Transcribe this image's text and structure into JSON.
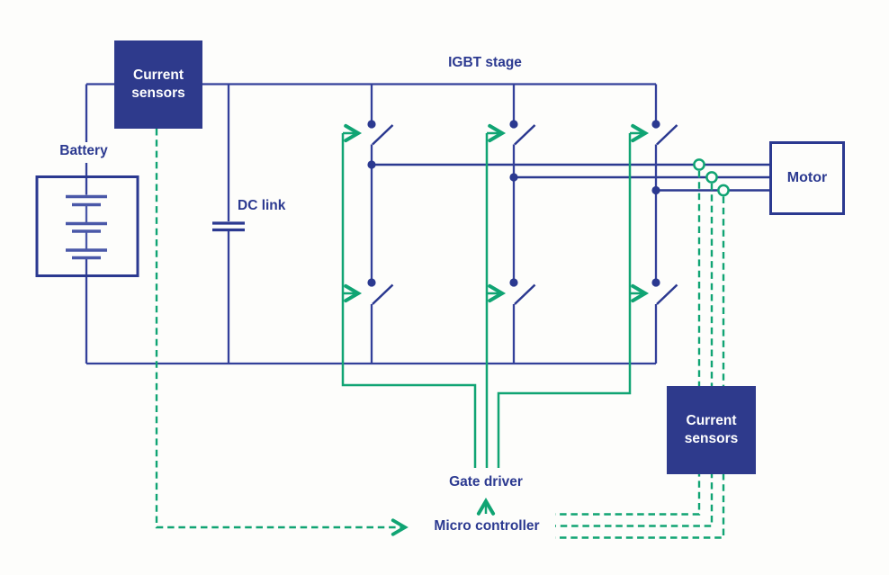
{
  "labels": {
    "battery": "Battery",
    "current_sensors_top": "Current sensors",
    "dc_link": "DC link",
    "igbt_stage": "IGBT stage",
    "motor": "Motor",
    "current_sensors_bottom": "Current sensors",
    "gate_driver": "Gate driver",
    "micro_controller": "Micro controller"
  },
  "colors": {
    "background": "#fdfdfb",
    "wire_navy": "#33409a",
    "navy_dark": "#2b3990",
    "sensor_box_fill": "#2e3a8c",
    "sensor_box_text": "#ffffff",
    "battery_plate_blue": "#4a58a8",
    "signal_green": "#10a473"
  }
}
